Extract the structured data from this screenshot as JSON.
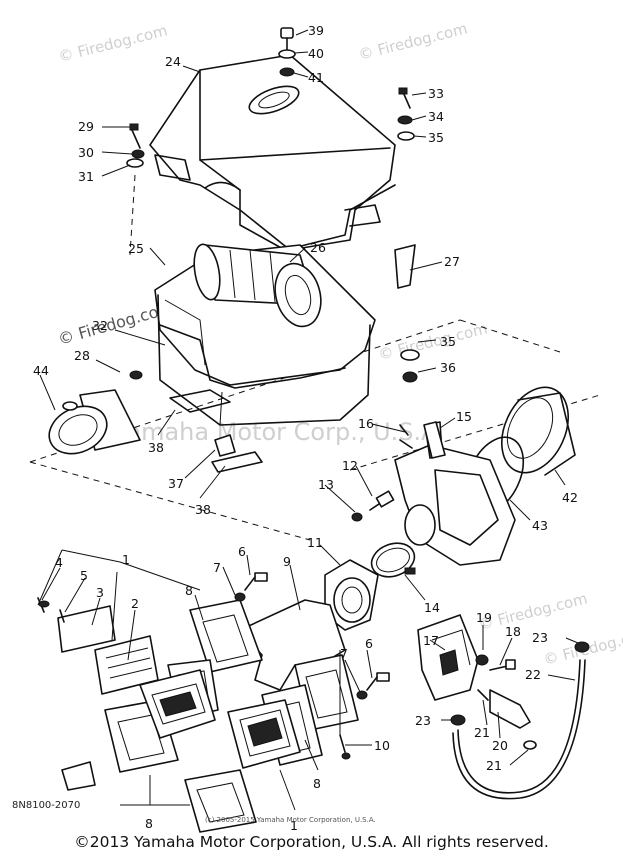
{
  "watermarks": {
    "site": "© Firedog.com",
    "center": "Yamaha Motor Corp., U.S.A."
  },
  "diagram_code": "8N8100-2070",
  "small_copyright": "(c) 2005-2015 Yamaha Motor Corporation, U.S.A.",
  "footer": "©2013 Yamaha Motor Corporation, U.S.A. All rights reserved.",
  "callouts": {
    "c1a": "1",
    "c1b": "1",
    "c2": "2",
    "c3": "3",
    "c4": "4",
    "c5": "5",
    "c6a": "6",
    "c6b": "6",
    "c7a": "7",
    "c7b": "7",
    "c8a": "8",
    "c8b": "8",
    "c8c": "8",
    "c9": "9",
    "c10": "10",
    "c11": "11",
    "c12": "12",
    "c13": "13",
    "c14": "14",
    "c15": "15",
    "c16": "16",
    "c17": "17",
    "c18": "18",
    "c19": "19",
    "c20": "20",
    "c21a": "21",
    "c21b": "21",
    "c22": "22",
    "c23a": "23",
    "c23b": "23",
    "c24": "24",
    "c25": "25",
    "c26": "26",
    "c27": "27",
    "c28": "28",
    "c29": "29",
    "c30": "30",
    "c31": "31",
    "c32": "32",
    "c33": "33",
    "c34": "34",
    "c35a": "35",
    "c35b": "35",
    "c36": "36",
    "c37": "37",
    "c38a": "38",
    "c38b": "38",
    "c39": "39",
    "c40": "40",
    "c41": "41",
    "c42": "42",
    "c43": "43",
    "c44": "44"
  }
}
